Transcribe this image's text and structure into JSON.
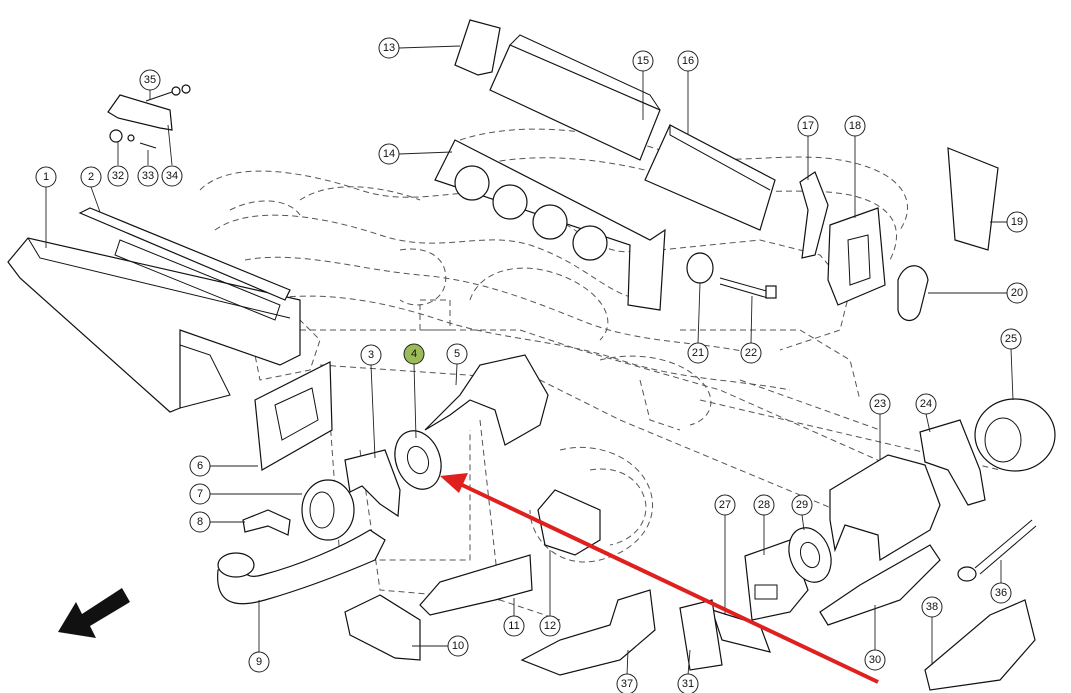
{
  "callouts": [
    {
      "id": "1",
      "label": "1"
    },
    {
      "id": "2",
      "label": "2"
    },
    {
      "id": "3",
      "label": "3"
    },
    {
      "id": "4",
      "label": "4",
      "highlight": "#9bbb59"
    },
    {
      "id": "5",
      "label": "5"
    },
    {
      "id": "6",
      "label": "6"
    },
    {
      "id": "7",
      "label": "7"
    },
    {
      "id": "8",
      "label": "8"
    },
    {
      "id": "9",
      "label": "9"
    },
    {
      "id": "10",
      "label": "10"
    },
    {
      "id": "11",
      "label": "11"
    },
    {
      "id": "12",
      "label": "12"
    },
    {
      "id": "13",
      "label": "13"
    },
    {
      "id": "14",
      "label": "14"
    },
    {
      "id": "15",
      "label": "15"
    },
    {
      "id": "16",
      "label": "16"
    },
    {
      "id": "17",
      "label": "17"
    },
    {
      "id": "18",
      "label": "18"
    },
    {
      "id": "19",
      "label": "19"
    },
    {
      "id": "20",
      "label": "20"
    },
    {
      "id": "21",
      "label": "21"
    },
    {
      "id": "22",
      "label": "22"
    },
    {
      "id": "23",
      "label": "23"
    },
    {
      "id": "24",
      "label": "24"
    },
    {
      "id": "25",
      "label": "25"
    },
    {
      "id": "27",
      "label": "27"
    },
    {
      "id": "28",
      "label": "28"
    },
    {
      "id": "29",
      "label": "29"
    },
    {
      "id": "30",
      "label": "30"
    },
    {
      "id": "31",
      "label": "31"
    },
    {
      "id": "32",
      "label": "32"
    },
    {
      "id": "33",
      "label": "33"
    },
    {
      "id": "34",
      "label": "34"
    },
    {
      "id": "35",
      "label": "35"
    },
    {
      "id": "36",
      "label": "36"
    },
    {
      "id": "37",
      "label": "37"
    },
    {
      "id": "38",
      "label": "38"
    }
  ],
  "colors": {
    "highlight_arrow": "#e01f1f",
    "direction_arrow": "#111111",
    "line": "#111111",
    "background": "#ffffff"
  },
  "arrows": {
    "highlight_arrow": "red-arrow-pointing-to-part-4",
    "direction_arrow": "black-direction-arrow"
  }
}
